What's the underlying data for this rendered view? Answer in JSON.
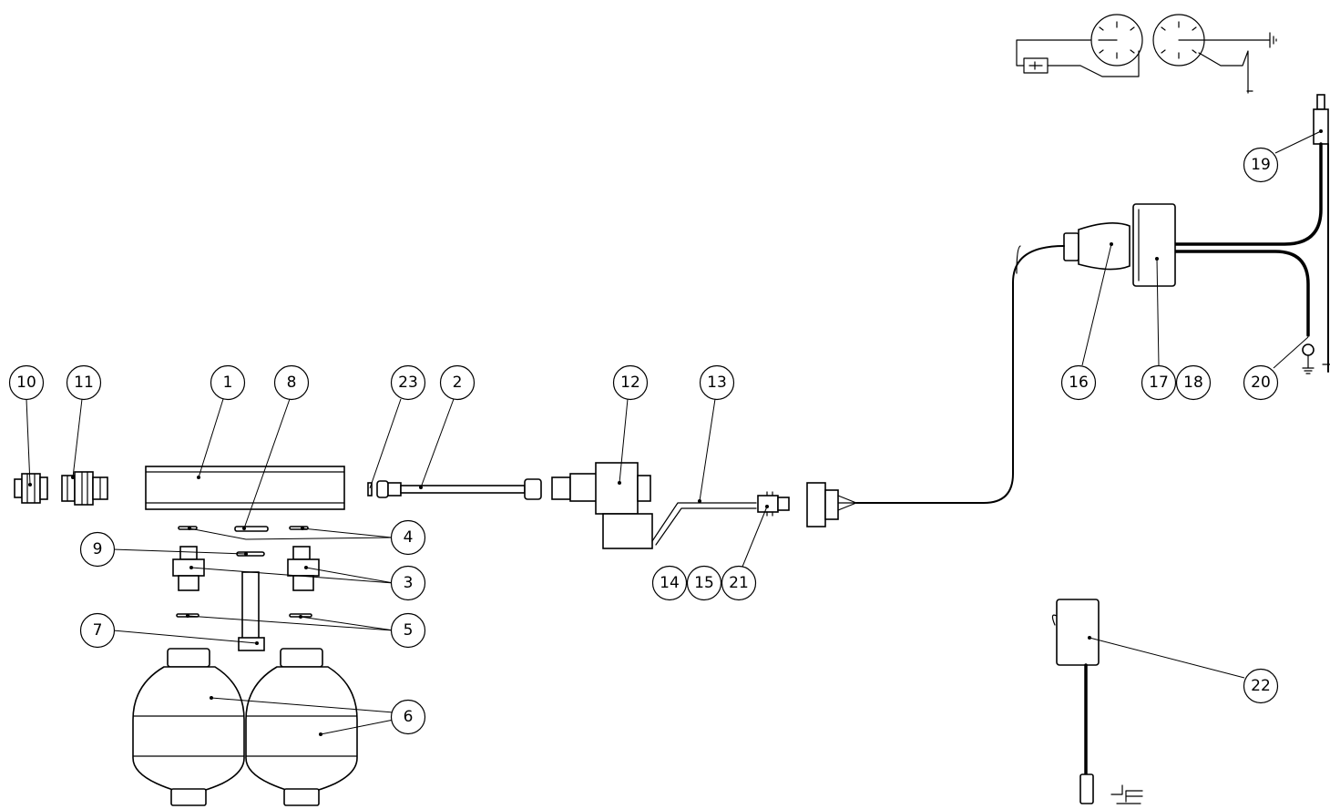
{
  "balloons": [
    {
      "id": "b10",
      "label": "10"
    },
    {
      "id": "b11",
      "label": "11"
    },
    {
      "id": "b1",
      "label": "1"
    },
    {
      "id": "b8",
      "label": "8"
    },
    {
      "id": "b23",
      "label": "23"
    },
    {
      "id": "b2",
      "label": "2"
    },
    {
      "id": "b12",
      "label": "12"
    },
    {
      "id": "b13",
      "label": "13"
    },
    {
      "id": "b16",
      "label": "16"
    },
    {
      "id": "b17",
      "label": "17"
    },
    {
      "id": "b18",
      "label": "18"
    },
    {
      "id": "b20",
      "label": "20"
    },
    {
      "id": "b19",
      "label": "19"
    },
    {
      "id": "b4",
      "label": "4"
    },
    {
      "id": "b9",
      "label": "9"
    },
    {
      "id": "b3",
      "label": "3"
    },
    {
      "id": "b5",
      "label": "5"
    },
    {
      "id": "b7",
      "label": "7"
    },
    {
      "id": "b6",
      "label": "6"
    },
    {
      "id": "b14",
      "label": "14"
    },
    {
      "id": "b15",
      "label": "15"
    },
    {
      "id": "b21",
      "label": "21"
    },
    {
      "id": "b22",
      "label": "22"
    }
  ],
  "colors": {
    "line": "#000000",
    "background": "#ffffff"
  }
}
